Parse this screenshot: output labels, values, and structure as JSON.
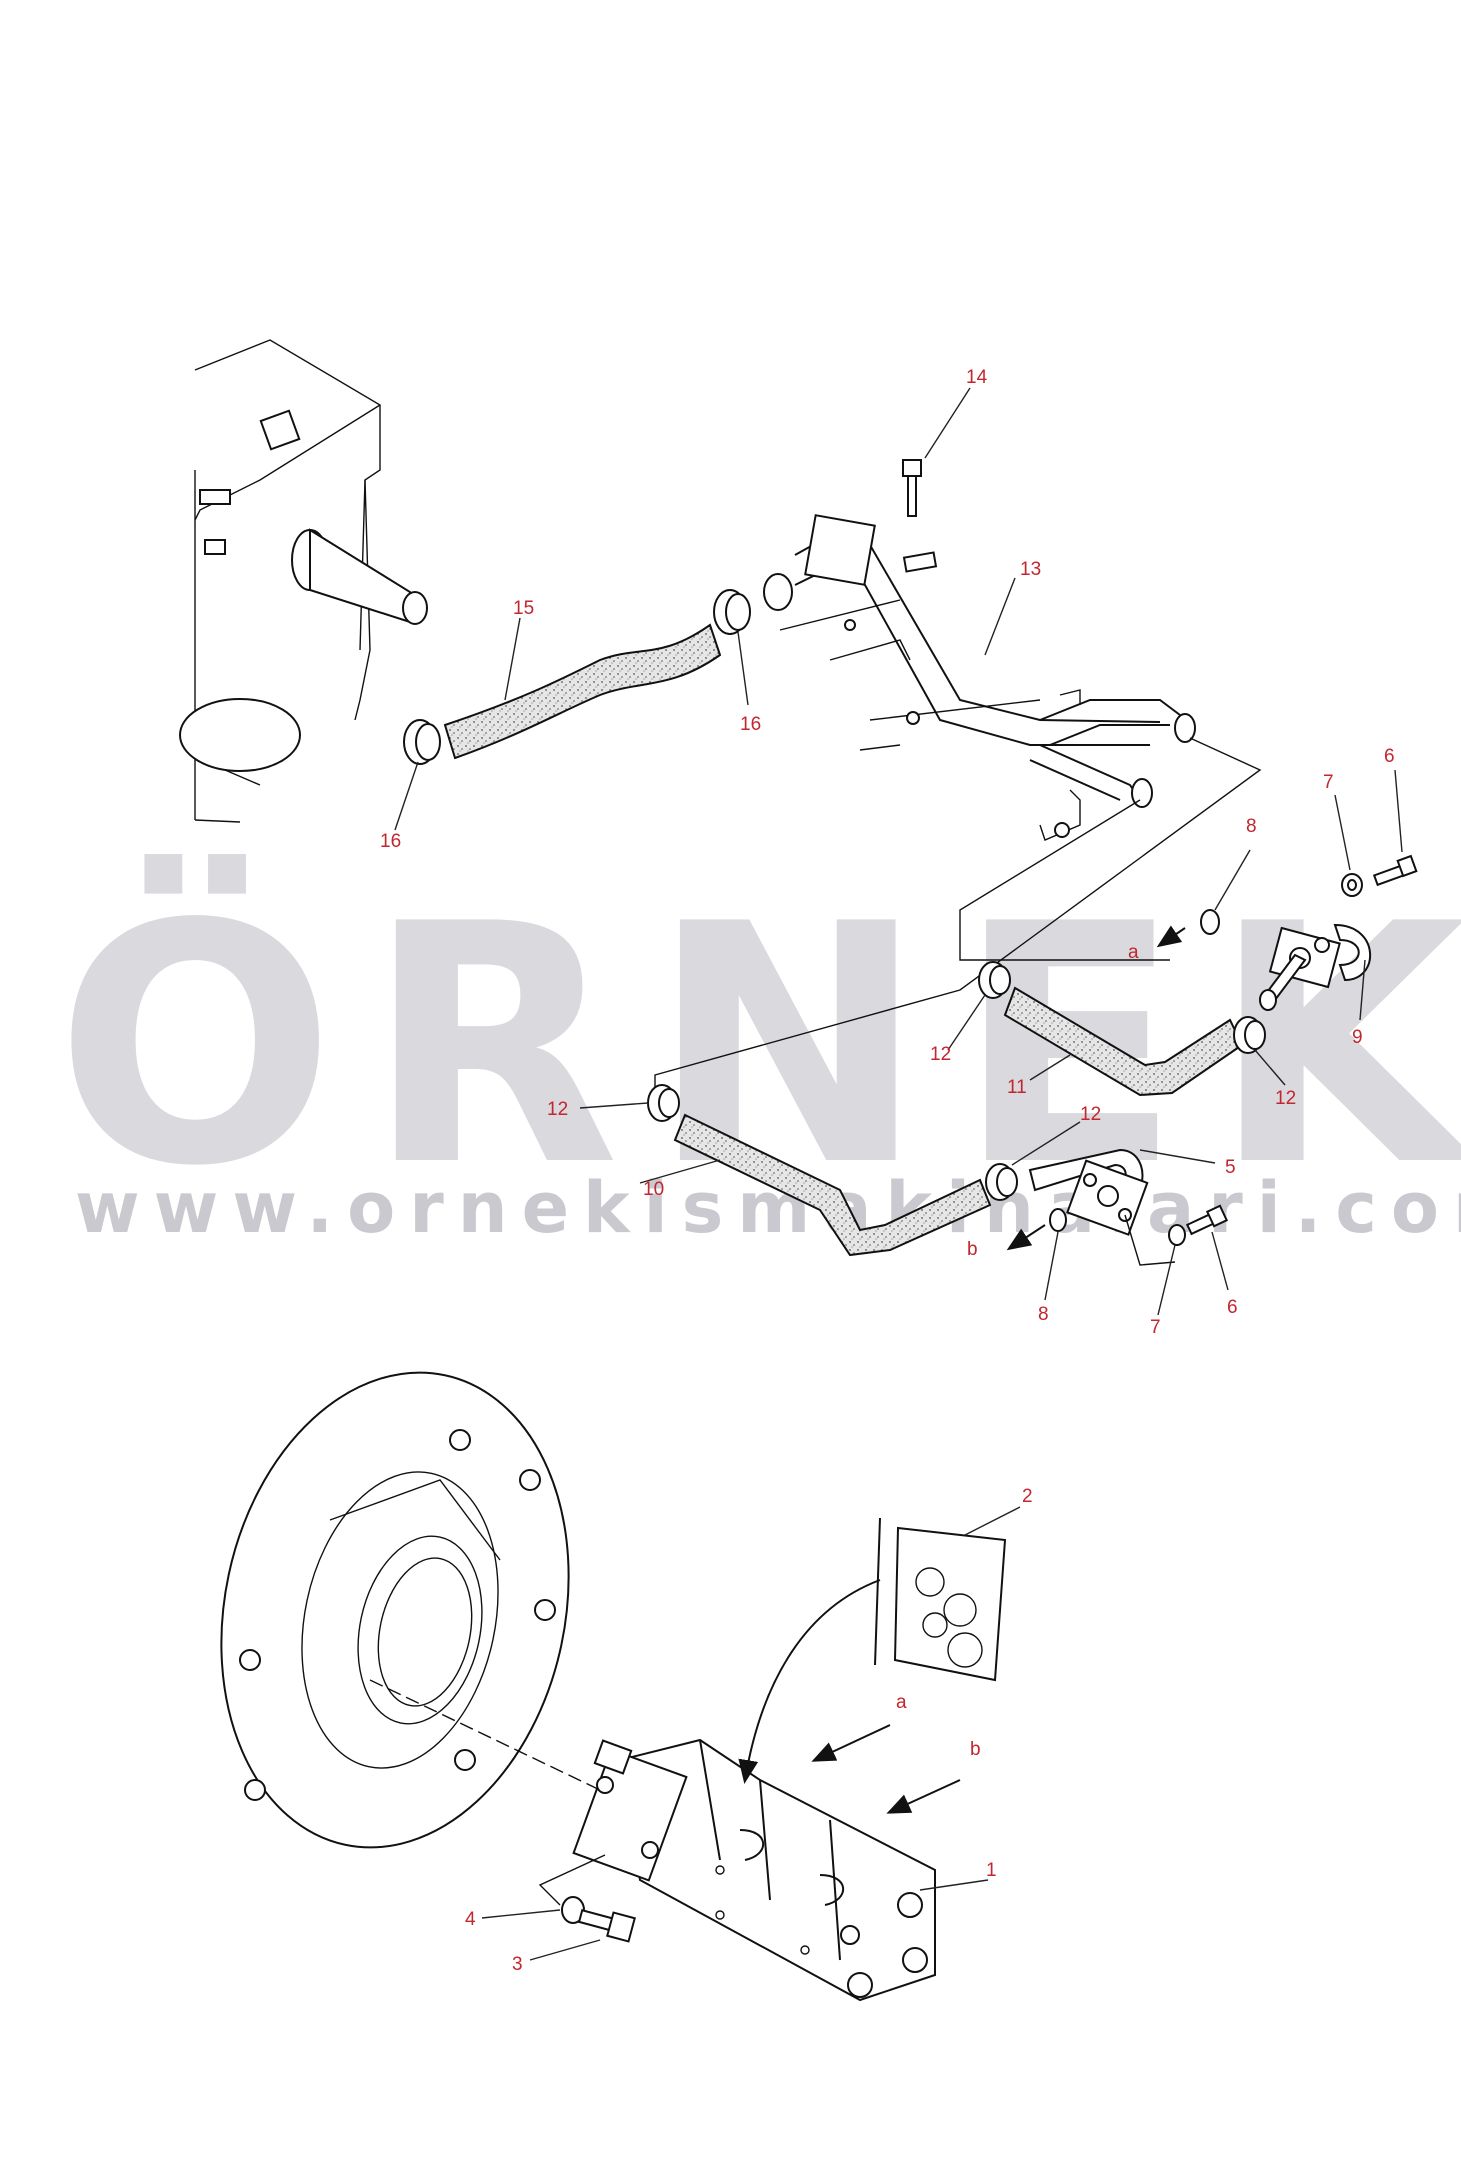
{
  "watermark": {
    "logo": "ÖRNEK",
    "url": "www.ornekismakinalari.com.tr",
    "colors": {
      "logo": "#d9d9de",
      "accent": "#f2c94c"
    }
  },
  "callouts": [
    {
      "id": "c14",
      "label": "14"
    },
    {
      "id": "c13",
      "label": "13"
    },
    {
      "id": "c15",
      "label": "15"
    },
    {
      "id": "c16a",
      "label": "16"
    },
    {
      "id": "c16b",
      "label": "16"
    },
    {
      "id": "c6a",
      "label": "6"
    },
    {
      "id": "c7a",
      "label": "7"
    },
    {
      "id": "c8a",
      "label": "8"
    },
    {
      "id": "ca1",
      "label": "a"
    },
    {
      "id": "c9",
      "label": "9"
    },
    {
      "id": "c12a",
      "label": "12"
    },
    {
      "id": "c11",
      "label": "11"
    },
    {
      "id": "c12b",
      "label": "12"
    },
    {
      "id": "c12c",
      "label": "12"
    },
    {
      "id": "c12d",
      "label": "12"
    },
    {
      "id": "c10",
      "label": "10"
    },
    {
      "id": "c5",
      "label": "5"
    },
    {
      "id": "cb1",
      "label": "b"
    },
    {
      "id": "c8b",
      "label": "8"
    },
    {
      "id": "c7b",
      "label": "7"
    },
    {
      "id": "c6b",
      "label": "6"
    },
    {
      "id": "c2",
      "label": "2"
    },
    {
      "id": "ca2",
      "label": "a"
    },
    {
      "id": "cb2",
      "label": "b"
    },
    {
      "id": "c1",
      "label": "1"
    },
    {
      "id": "c4",
      "label": "4"
    },
    {
      "id": "c3",
      "label": "3"
    }
  ]
}
